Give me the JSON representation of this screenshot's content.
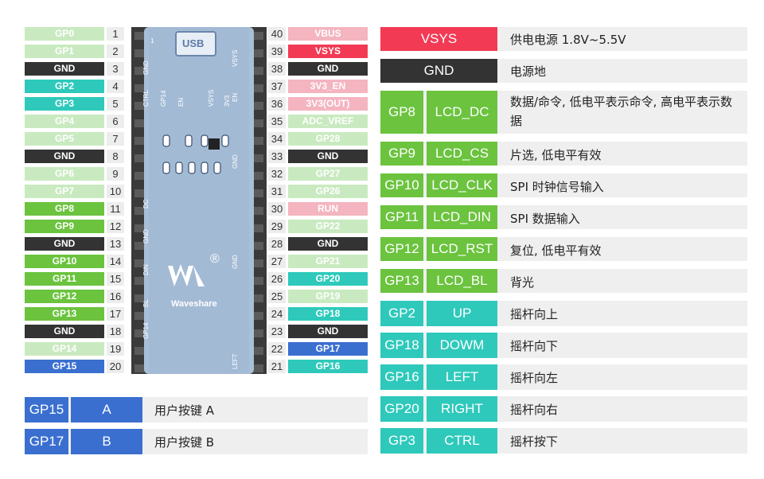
{
  "colors": {
    "light_green": "#c9eac0",
    "green": "#6bc33e",
    "dark": "#333333",
    "teal": "#2ec9bb",
    "pink": "#f4b4c0",
    "red": "#f23a55",
    "blue": "#3a6fd0",
    "row_bg": "#efefef"
  },
  "left_pins": [
    {
      "num": "1",
      "label": "GP0",
      "type": "light_green"
    },
    {
      "num": "2",
      "label": "GP1",
      "type": "light_green"
    },
    {
      "num": "3",
      "label": "GND",
      "type": "dark"
    },
    {
      "num": "4",
      "label": "GP2",
      "type": "teal"
    },
    {
      "num": "5",
      "label": "GP3",
      "type": "teal"
    },
    {
      "num": "6",
      "label": "GP4",
      "type": "light_green"
    },
    {
      "num": "7",
      "label": "GP5",
      "type": "light_green"
    },
    {
      "num": "8",
      "label": "GND",
      "type": "dark"
    },
    {
      "num": "9",
      "label": "GP6",
      "type": "light_green"
    },
    {
      "num": "10",
      "label": "GP7",
      "type": "light_green"
    },
    {
      "num": "11",
      "label": "GP8",
      "type": "green"
    },
    {
      "num": "12",
      "label": "GP9",
      "type": "green"
    },
    {
      "num": "13",
      "label": "GND",
      "type": "dark"
    },
    {
      "num": "14",
      "label": "GP10",
      "type": "green"
    },
    {
      "num": "15",
      "label": "GP11",
      "type": "green"
    },
    {
      "num": "16",
      "label": "GP12",
      "type": "green"
    },
    {
      "num": "17",
      "label": "GP13",
      "type": "green"
    },
    {
      "num": "18",
      "label": "GND",
      "type": "dark"
    },
    {
      "num": "19",
      "label": "GP14",
      "type": "light_green"
    },
    {
      "num": "20",
      "label": "GP15",
      "type": "blue"
    }
  ],
  "right_pins": [
    {
      "num": "40",
      "label": "VBUS",
      "type": "pink"
    },
    {
      "num": "39",
      "label": "VSYS",
      "type": "red"
    },
    {
      "num": "38",
      "label": "GND",
      "type": "dark"
    },
    {
      "num": "37",
      "label": "3V3_EN",
      "type": "pink"
    },
    {
      "num": "36",
      "label": "3V3(OUT)",
      "type": "pink"
    },
    {
      "num": "35",
      "label": "ADC_VREF",
      "type": "light_green"
    },
    {
      "num": "34",
      "label": "GP28",
      "type": "light_green"
    },
    {
      "num": "33",
      "label": "GND",
      "type": "dark"
    },
    {
      "num": "32",
      "label": "GP27",
      "type": "light_green"
    },
    {
      "num": "31",
      "label": "GP26",
      "type": "light_green"
    },
    {
      "num": "30",
      "label": "RUN",
      "type": "pink"
    },
    {
      "num": "29",
      "label": "GP22",
      "type": "light_green"
    },
    {
      "num": "28",
      "label": "GND",
      "type": "dark"
    },
    {
      "num": "27",
      "label": "GP21",
      "type": "light_green"
    },
    {
      "num": "26",
      "label": "GP20",
      "type": "teal"
    },
    {
      "num": "25",
      "label": "GP19",
      "type": "light_green"
    },
    {
      "num": "24",
      "label": "GP18",
      "type": "teal"
    },
    {
      "num": "23",
      "label": "GND",
      "type": "dark"
    },
    {
      "num": "22",
      "label": "GP17",
      "type": "blue"
    },
    {
      "num": "21",
      "label": "GP16",
      "type": "teal"
    }
  ],
  "board": {
    "usb_label": "USB",
    "brand": "Waveshare",
    "reg_mark": "®",
    "left_silk": [
      "GND",
      "CTRL",
      "DC",
      "GND",
      "DIN",
      "BL",
      "GP14"
    ],
    "top_silk": [
      "GP14",
      "EN",
      "VSYS",
      "3V3"
    ],
    "right_silk": [
      "VSYS",
      "EN",
      "GND",
      "GND",
      "LEFT"
    ],
    "pin1_mark": "1"
  },
  "buttons": [
    {
      "gp": "GP15",
      "name": "A",
      "desc": "用户按键 A"
    },
    {
      "gp": "GP17",
      "name": "B",
      "desc": "用户按键 B"
    }
  ],
  "power": [
    {
      "label": "VSYS",
      "desc": "供电电源 1.8V~5.5V",
      "type": "red"
    },
    {
      "label": "GND",
      "desc": "电源地",
      "type": "dark"
    }
  ],
  "lcd": [
    {
      "gp": "GP8",
      "name": "LCD_DC",
      "desc": "数据/命令, 低电平表示命令, 高电平表示数据"
    },
    {
      "gp": "GP9",
      "name": "LCD_CS",
      "desc": "片选, 低电平有效"
    },
    {
      "gp": "GP10",
      "name": "LCD_CLK",
      "desc": "SPI 时钟信号输入"
    },
    {
      "gp": "GP11",
      "name": "LCD_DIN",
      "desc": "SPI 数据输入"
    },
    {
      "gp": "GP12",
      "name": "LCD_RST",
      "desc": "复位, 低电平有效"
    },
    {
      "gp": "GP13",
      "name": "LCD_BL",
      "desc": "背光"
    }
  ],
  "joystick": [
    {
      "gp": "GP2",
      "name": "UP",
      "desc": "摇杆向上"
    },
    {
      "gp": "GP18",
      "name": "DOWM",
      "desc": "摇杆向下"
    },
    {
      "gp": "GP16",
      "name": "LEFT",
      "desc": "摇杆向左"
    },
    {
      "gp": "GP20",
      "name": "RIGHT",
      "desc": "摇杆向右"
    },
    {
      "gp": "GP3",
      "name": "CTRL",
      "desc": "摇杆按下"
    }
  ]
}
